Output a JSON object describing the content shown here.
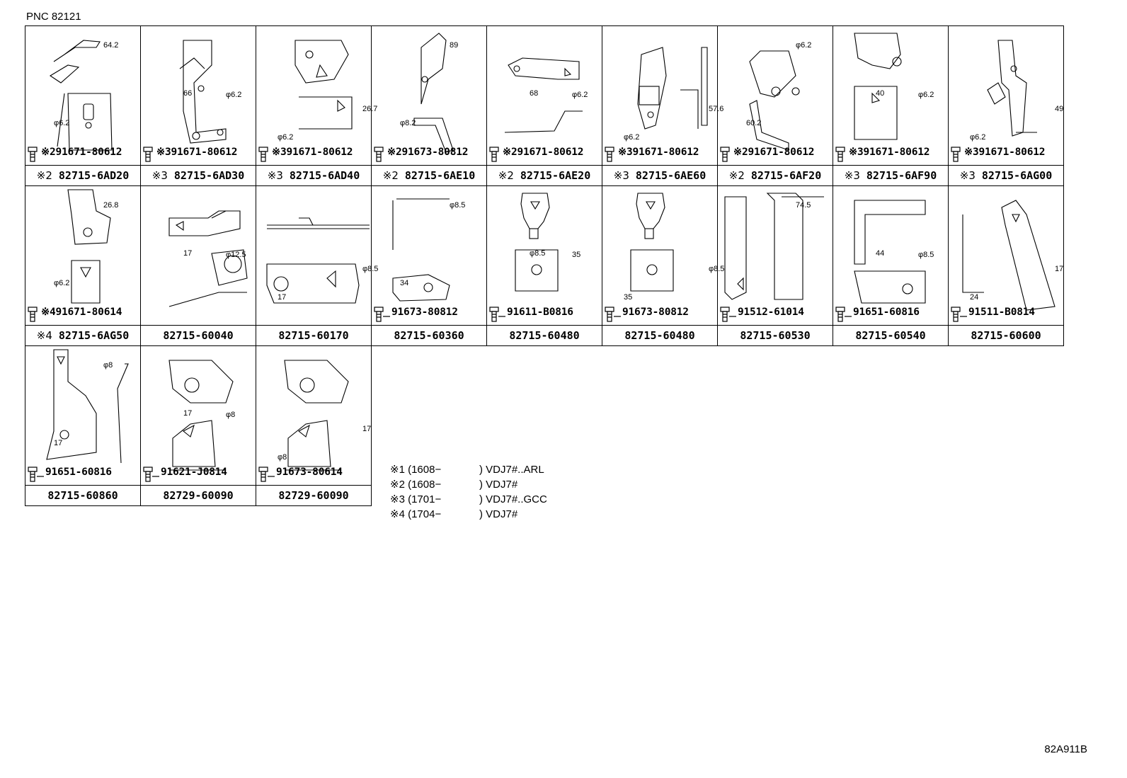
{
  "header": {
    "pnc": "PNC 82121"
  },
  "footer": {
    "ref": "82A911B"
  },
  "rows": [
    [
      {
        "mark": "※2",
        "part": "82715-6AD20",
        "bolt": "※291671-80612",
        "dims": [
          "φ6.2",
          "64.2"
        ]
      },
      {
        "mark": "※3",
        "part": "82715-6AD30",
        "bolt": "※391671-80612",
        "dims": [
          "φ6.2",
          "66"
        ]
      },
      {
        "mark": "※3",
        "part": "82715-6AD40",
        "bolt": "※391671-80612",
        "dims": [
          "φ6.2",
          "26.7"
        ]
      },
      {
        "mark": "※2",
        "part": "82715-6AE10",
        "bolt": "※291673-80812",
        "dims": [
          "89",
          "φ8.2"
        ]
      },
      {
        "mark": "※2",
        "part": "82715-6AE20",
        "bolt": "※291671-80612",
        "dims": [
          "68",
          "φ6.2"
        ]
      },
      {
        "mark": "※3",
        "part": "82715-6AE60",
        "bolt": "※391671-80612",
        "dims": [
          "57.6",
          "φ6.2"
        ]
      },
      {
        "mark": "※2",
        "part": "82715-6AF20",
        "bolt": "※291671-80612",
        "dims": [
          "60.2",
          "φ6.2"
        ]
      },
      {
        "mark": "※3",
        "part": "82715-6AF90",
        "bolt": "※391671-80612",
        "dims": [
          "φ6.2",
          "40"
        ]
      },
      {
        "mark": "※3",
        "part": "82715-6AG00",
        "bolt": "※391671-80612",
        "dims": [
          "φ6.2",
          "49"
        ]
      }
    ],
    [
      {
        "mark": "※4",
        "part": "82715-6AG50",
        "bolt": "※491671-80614",
        "dims": [
          "26.8",
          "φ6.2"
        ]
      },
      {
        "mark": "",
        "part": "82715-60040",
        "bolt": "",
        "dims": [
          "17",
          "φ12.5"
        ]
      },
      {
        "mark": "",
        "part": "82715-60170",
        "bolt": "",
        "dims": [
          "φ8.5",
          "17"
        ]
      },
      {
        "mark": "",
        "part": "82715-60360",
        "bolt": "91673-80812",
        "dims": [
          "34",
          "φ8.5"
        ]
      },
      {
        "mark": "",
        "part": "82715-60480",
        "bolt": "91611-B0816",
        "dims": [
          "35",
          "φ8.5"
        ]
      },
      {
        "mark": "",
        "part": "82715-60480",
        "bolt": "91673-80812",
        "dims": [
          "35",
          "φ8.5"
        ]
      },
      {
        "mark": "",
        "part": "82715-60530",
        "bolt": "91512-61014",
        "dims": [
          "74.5"
        ]
      },
      {
        "mark": "",
        "part": "82715-60540",
        "bolt": "91651-60816",
        "dims": [
          "44",
          "φ8.5"
        ]
      },
      {
        "mark": "",
        "part": "82715-60600",
        "bolt": "91511-B0814",
        "dims": [
          "17",
          "24"
        ]
      }
    ],
    [
      {
        "mark": "",
        "part": "82715-60860",
        "bolt": "91651-60816",
        "dims": [
          "17",
          "φ8"
        ]
      },
      {
        "mark": "",
        "part": "82729-60090",
        "bolt": "91621-J0814",
        "dims": [
          "φ8",
          "17"
        ]
      },
      {
        "mark": "",
        "part": "82729-60090",
        "bolt": "91673-80614",
        "dims": [
          "φ8",
          "17"
        ]
      }
    ]
  ],
  "notes": [
    {
      "k": "※1 (1608−",
      "v": ") VDJ7#..ARL"
    },
    {
      "k": "※2 (1608−",
      "v": ") VDJ7#"
    },
    {
      "k": "※3 (1701−",
      "v": ") VDJ7#..GCC"
    },
    {
      "k": "※4 (1704−",
      "v": ") VDJ7#"
    }
  ]
}
